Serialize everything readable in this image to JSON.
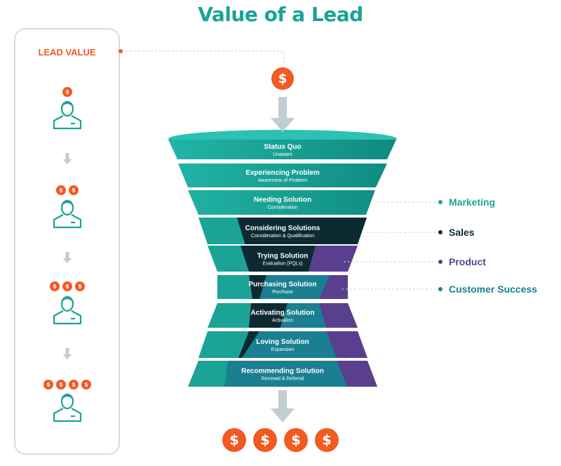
{
  "title": "Value of a Lead",
  "lead_value_label": "LEAD VALUE",
  "coin_symbol": "$",
  "lead_stages": [
    {
      "coins": 1
    },
    {
      "coins": 2
    },
    {
      "coins": 3
    },
    {
      "coins": 4
    }
  ],
  "funnel_stages": [
    {
      "title": "Status Quo",
      "subtitle": "Unaware"
    },
    {
      "title": "Experiencing Problem",
      "subtitle": "Awareness of Problem"
    },
    {
      "title": "Needing Solution",
      "subtitle": "Consideration"
    },
    {
      "title": "Considering Solutions",
      "subtitle": "Consideration & Qualification"
    },
    {
      "title": "Trying Solution",
      "subtitle": "Evaluation (PQLs)"
    },
    {
      "title": "Purchasing Solution",
      "subtitle": "Purchase"
    },
    {
      "title": "Activating Solution",
      "subtitle": "Activation"
    },
    {
      "title": "Loving Solution",
      "subtitle": "Expansion"
    },
    {
      "title": "Recommending Solution",
      "subtitle": "Renewal & Referral"
    }
  ],
  "teams": [
    {
      "label": "Marketing",
      "color": "#1aa396"
    },
    {
      "label": "Sales",
      "color": "#0d2a33"
    },
    {
      "label": "Product",
      "color": "#5b3f8f"
    },
    {
      "label": "Customer Success",
      "color": "#1a7f91"
    }
  ],
  "output_coins": 4,
  "colors": {
    "teal": "#1aa396",
    "dark_navy": "#0d2a33",
    "purple": "#5b3f8f",
    "blue": "#1a7f91",
    "orange": "#f15a22",
    "gray_arrow": "#c2ccd3"
  }
}
